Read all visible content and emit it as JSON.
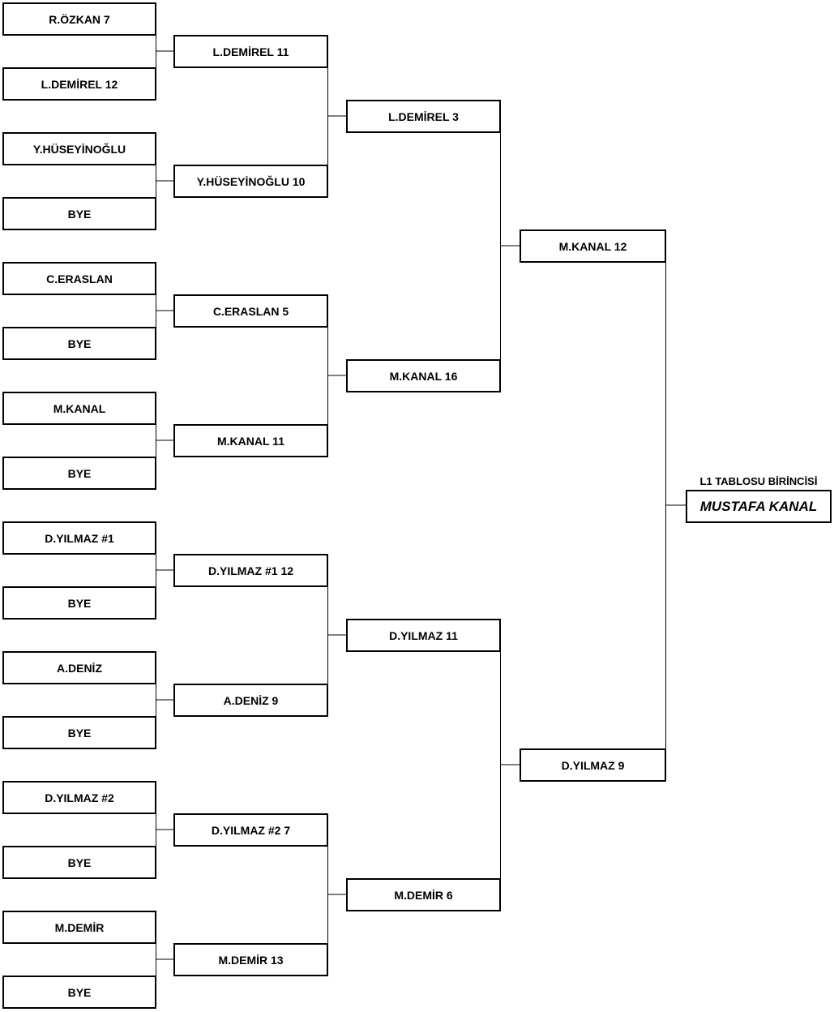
{
  "round1": [
    "R.ÖZKAN  7",
    "L.DEMİREL  12",
    "Y.HÜSEYİNOĞLU",
    "BYE",
    "C.ERASLAN",
    "BYE",
    "M.KANAL",
    "BYE",
    "D.YILMAZ #1",
    "BYE",
    "A.DENİZ",
    "BYE",
    "D.YILMAZ #2",
    "BYE",
    "M.DEMİR",
    "BYE"
  ],
  "round2": [
    "L.DEMİREL  11",
    "Y.HÜSEYİNOĞLU  10",
    "C.ERASLAN  5",
    "M.KANAL  11",
    "D.YILMAZ #1  12",
    "A.DENİZ  9",
    "D.YILMAZ #2  7",
    "M.DEMİR  13"
  ],
  "round3": [
    "L.DEMİREL  3",
    "M.KANAL  16",
    "D.YILMAZ  11",
    "M.DEMİR  6"
  ],
  "round4": [
    "M.KANAL  12",
    "D.YILMAZ  9"
  ],
  "champion": {
    "title": "L1 TABLOSU BİRİNCİSİ",
    "name": "MUSTAFA KANAL"
  }
}
